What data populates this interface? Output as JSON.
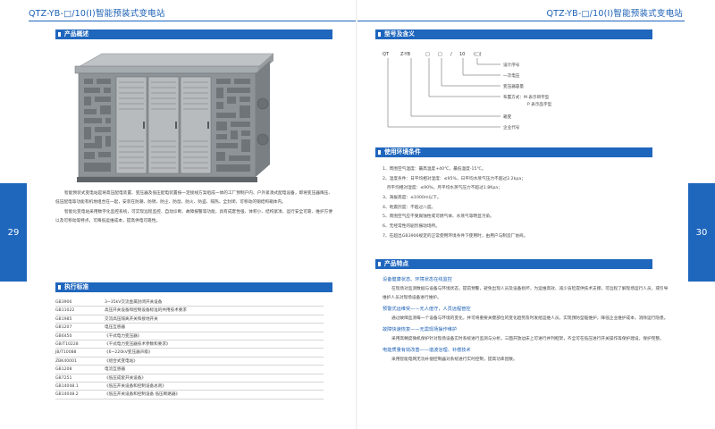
{
  "running_title": "QTZ-YB-□/10(I)智能预装式变电站",
  "left_page": {
    "page_number": "29",
    "section_overview": "产品概述",
    "intro_paragraphs": [
      "智能预装式变电站是将高压配电装置、变压器及低压配电装置按一定接线方案组成一体的工厂预制户内、户外紧凑式配电设备，即将变压器降压、低压配电等功能有机地组合在一起，安装在防潮、防锈、防尘、防鼠、防火、防盗、隔热、全封闭、可移动的钢结构箱体内。",
      "智能化变电站采用数字化监控系统，可实现远程监控、自动诊断、故障报警等功能，具有成套性强、体积小、结构紧凑、运行安全可靠、维护方便以及可移动等特点，可降低运维成本，提高供电可靠性。"
    ],
    "section_standards": "执行标准",
    "standards": [
      {
        "code": "GB3906",
        "name": "3~35kV交流金属封闭开关设备"
      },
      {
        "code": "GB11022",
        "name": "高压开关设备和控制设备标准的共用技术要求"
      },
      {
        "code": "GB1985",
        "name": "交流高压隔离开关和接地开关"
      },
      {
        "code": "GB1207",
        "name": "电压互感器"
      },
      {
        "code": "GB6450",
        "name": "《干式电力变压器》"
      },
      {
        "code": "GB/T10228",
        "name": "《干式电力变压器技术参数和要求》"
      },
      {
        "code": "JB/T10088",
        "name": "《6~220kV变压器声级》"
      },
      {
        "code": "ZBK40001",
        "name": "《组合式变电站》"
      },
      {
        "code": "GB1208",
        "name": "电流互感器"
      },
      {
        "code": "GB7251",
        "name": "《低压成套开关设备》"
      },
      {
        "code": "GB14048.1",
        "name": "《低压开关设备和控制设备总则》"
      },
      {
        "code": "GB14048.2",
        "name": "《低压开关设备和控制设备 低压断路器》"
      }
    ]
  },
  "right_page": {
    "page_number": "30",
    "section_model": "型号及含义",
    "model": {
      "parts": [
        "QT",
        "Z-YB",
        "□",
        "□",
        "/",
        "10",
        "(□)"
      ],
      "labels": [
        "设计序号",
        "一次电压",
        "变压器容量",
        "布置方式：M 表示目字型",
        "P 表示品字型",
        "箱变",
        "企业代号"
      ]
    },
    "section_env": "使用环境条件",
    "env_conditions": [
      "1、周围空气温度：最高温度+40℃，最低温度-15℃。",
      "2、湿度条件：日平均相对湿度：≤95%，日平均水蒸气压力不超过2.2kpa；",
      "　月平均相对湿度：≤90%，月平均水蒸气压力不超过1.8Kpa；",
      "3、海拔高度：≤1000m以下。",
      "4、地震烈度：不超过八度。",
      "5、周围空气应不受腐蚀性或可燃气体、水蒸气等明显污染。",
      "6、无经常性的剧烈振动场所。",
      "7、在超出GB3906规定的正常使用环境条件下使用时，由用户与制造厂协商。"
    ],
    "section_features": "产品特点",
    "features": [
      {
        "head": "设备健康状态、环境状态在线监控",
        "body": "在现场对监测数据与设备与环境状态，提前预警，避免出现人员及设备损坏，为运维高效、减少盲检提供技术支撑。可远程了解现场运行人员，或引导维护人员对现场设备进行维护。"
      },
      {
        "head": "预警式运维受——无人值守，人员远程管控",
        "body": "通过故障监测每一个设备与环境的变化，并可将重要关键部位的变化趋势及时发给运维人员，实现预防型临维护，降低企业维护成本，消除运行隐患。"
      },
      {
        "head": "故障快速恢复——无需现场操作维护",
        "body": "采用高精度微机保护针对现场设备实时系统进行监测与分析。三面开放边床上可进行并列框架，齐全可在低压进行开关操作等保护建设，保护完整。"
      },
      {
        "head": "电能质量有效改善——谐波治理、补偿技术",
        "body": "采用智能电网无功补偿控制器对系统进行实时控制，提高功率因数。"
      }
    ]
  }
}
